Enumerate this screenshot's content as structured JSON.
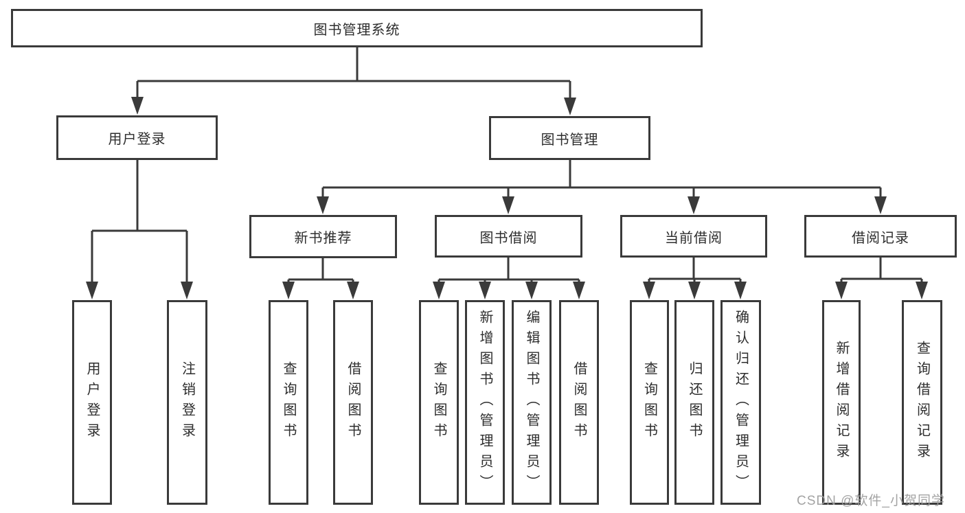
{
  "tree": {
    "root": "图书管理系统",
    "children": [
      {
        "label": "用户登录",
        "children": [
          "用户登录",
          "注销登录"
        ]
      },
      {
        "label": "图书管理",
        "children": [
          {
            "label": "新书推荐",
            "children": [
              "查询图书",
              "借阅图书"
            ]
          },
          {
            "label": "图书借阅",
            "children": [
              "查询图书",
              "新增图书（管理员）",
              "编辑图书（管理员）",
              "借阅图书"
            ]
          },
          {
            "label": "当前借阅",
            "children": [
              "查询图书",
              "归还图书",
              "确认归还（管理员）"
            ]
          },
          {
            "label": "借阅记录",
            "children": [
              "新增借阅记录",
              "查询借阅记录"
            ]
          }
        ]
      }
    ]
  },
  "watermark": {
    "text": "CSDN @软件_小贺同学"
  },
  "colors": {
    "line": "#3a3a3a",
    "text": "#2d2d2d",
    "box_background": "#ffffff",
    "watermark": "#9e9e9e"
  }
}
